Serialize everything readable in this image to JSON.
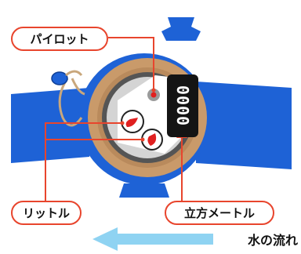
{
  "labels": {
    "pilot": "パイロット",
    "liter": "リットル",
    "cubic_meter": "立方メートル"
  },
  "counter_digits": "0000",
  "flow": {
    "text": "水の流れ",
    "direction": "left"
  },
  "colors": {
    "pipe": "#1e62d6",
    "brass": "#c99a6a",
    "callout_border": "#e8452d",
    "leader_line": "#e8452d",
    "dial_red": "#e02020",
    "arrow": "#8fd3f2"
  }
}
